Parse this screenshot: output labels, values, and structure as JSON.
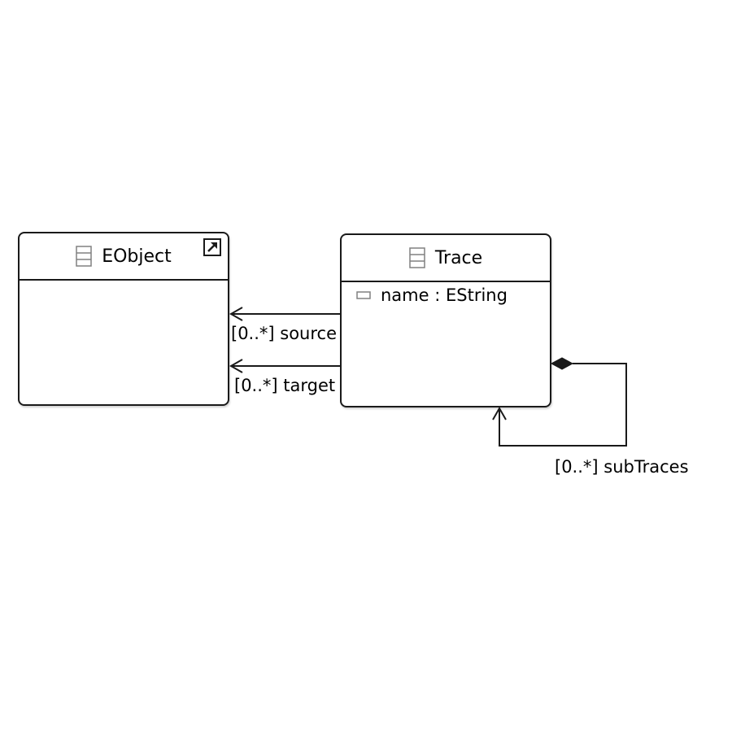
{
  "diagram": {
    "classes": [
      {
        "id": "eobject",
        "name": "EObject",
        "icon": "eclass-icon",
        "external_link_icon": "shortcut-arrow-icon",
        "attributes": []
      },
      {
        "id": "trace",
        "name": "Trace",
        "icon": "eclass-icon",
        "attributes": [
          {
            "label": "name : EString",
            "icon": "eattribute-icon"
          }
        ]
      }
    ],
    "references": [
      {
        "from": "Trace",
        "to": "EObject",
        "label": "[0..*] source",
        "kind": "reference"
      },
      {
        "from": "Trace",
        "to": "EObject",
        "label": "[0..*] target",
        "kind": "reference"
      },
      {
        "from": "Trace",
        "to": "Trace",
        "label": "[0..*] subTraces",
        "kind": "containment"
      }
    ]
  }
}
